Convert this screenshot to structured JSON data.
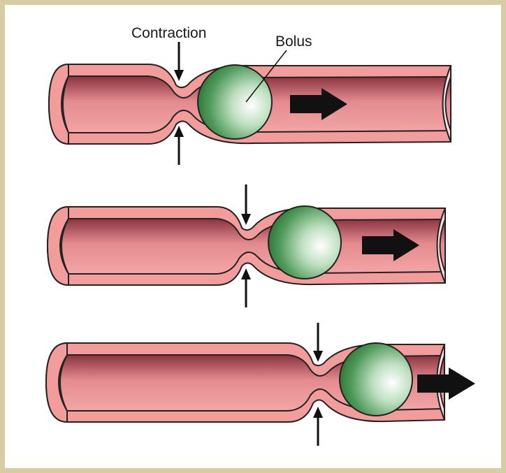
{
  "labels": {
    "contraction": "Contraction",
    "bolus": "Bolus"
  },
  "colors": {
    "frame": "#d8cca3",
    "wall": "#f39c9c",
    "lumen_dark": "#7a2a35",
    "lumen_light": "#e98f92",
    "bolus_dark": "#2f7a3a",
    "bolus_light": "#ffffff",
    "arrow": "#111111"
  },
  "stages": [
    {
      "name": "stage-1",
      "motion_arrow": "right-arrow"
    },
    {
      "name": "stage-2",
      "motion_arrow": "right-arrow"
    },
    {
      "name": "stage-3",
      "motion_arrow": "right-arrow"
    }
  ]
}
